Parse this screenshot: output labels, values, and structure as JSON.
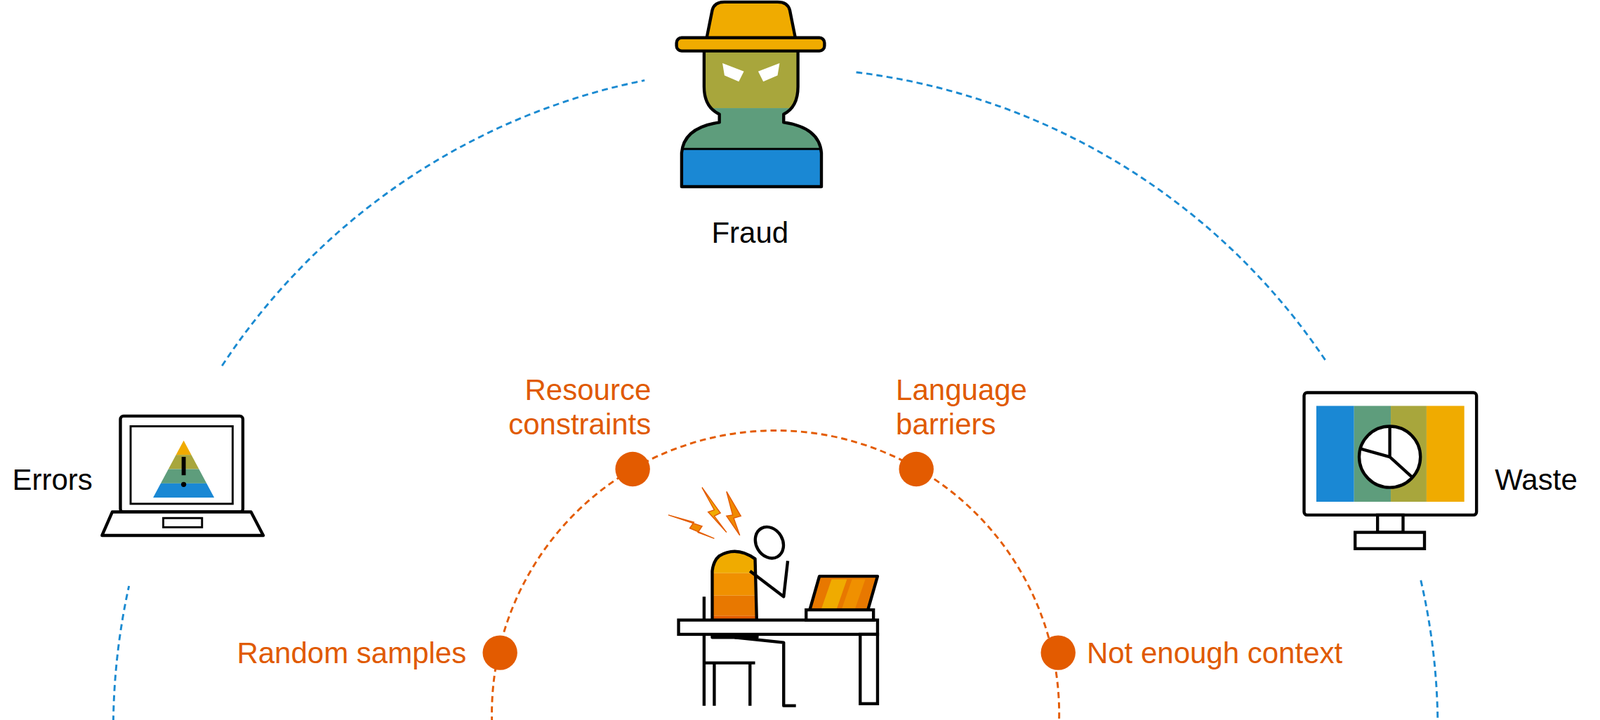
{
  "diagram": {
    "labels": [
      "Fraud",
      "Errors",
      "Waste",
      "Resource constraints",
      "Language barriers",
      "Random samples",
      "Not enough context"
    ]
  }
}
